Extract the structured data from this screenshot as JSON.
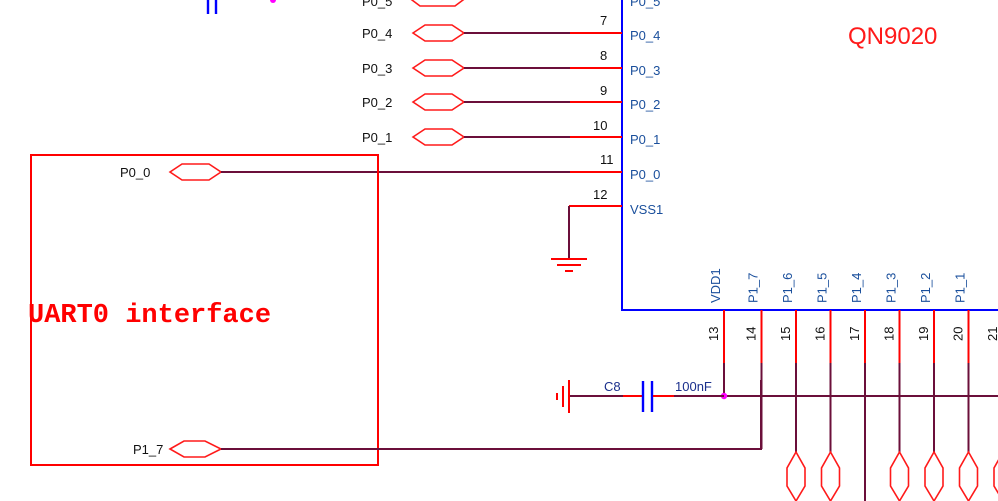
{
  "chip": {
    "name": "QN9020",
    "left_pins": [
      {
        "num": "7",
        "name": "P0_4",
        "net": "P0_4"
      },
      {
        "num": "8",
        "name": "P0_3",
        "net": "P0_3"
      },
      {
        "num": "9",
        "name": "P0_2",
        "net": "P0_2"
      },
      {
        "num": "10",
        "name": "P0_1",
        "net": "P0_1"
      },
      {
        "num": "11",
        "name": "P0_0",
        "net": "P0_0"
      },
      {
        "num": "12",
        "name": "VSS1",
        "net": ""
      }
    ],
    "partial_top_pin": {
      "name": "P0_5",
      "net": "P0_5"
    },
    "bottom_pins": [
      {
        "num": "13",
        "name": "VDD1"
      },
      {
        "num": "14",
        "name": "P1_7"
      },
      {
        "num": "15",
        "name": "P1_6"
      },
      {
        "num": "16",
        "name": "P1_5"
      },
      {
        "num": "17",
        "name": "P1_4"
      },
      {
        "num": "18",
        "name": "P1_3"
      },
      {
        "num": "19",
        "name": "P1_2"
      },
      {
        "num": "20",
        "name": "P1_1"
      },
      {
        "num": "21",
        "name": ""
      }
    ]
  },
  "uart_block": {
    "title": "UART0 interface",
    "ports": [
      "P0_0",
      "P1_7"
    ]
  },
  "capacitor": {
    "ref": "C8",
    "value": "100nF"
  },
  "colors": {
    "wire": "#6b0f3a",
    "pin": "#ff0000",
    "chip_body": "#0000ff",
    "junction": "#ff00ff",
    "title": "#ff1a1a"
  }
}
